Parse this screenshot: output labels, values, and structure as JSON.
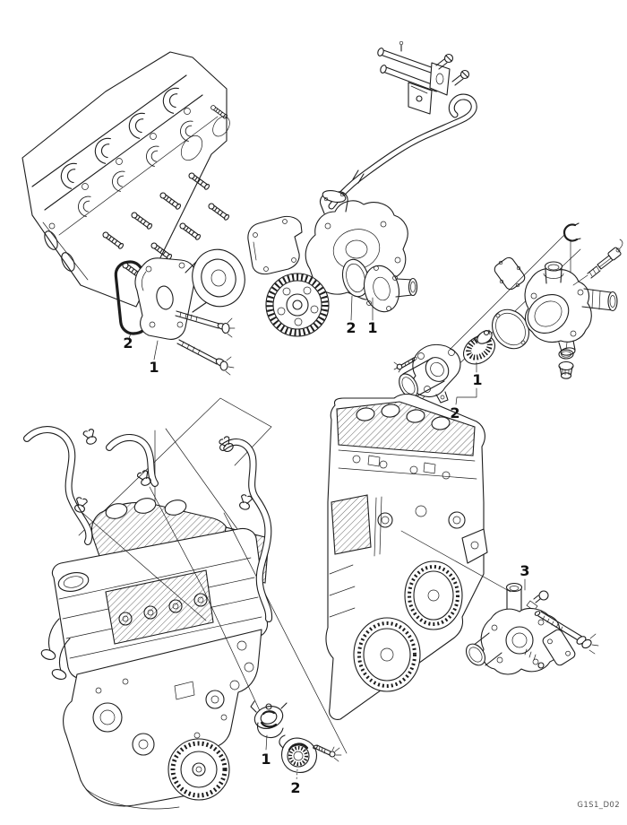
{
  "figure": {
    "code": "G1S1_D02",
    "background_color": "#ffffff",
    "line_color": "#1d1d1d"
  },
  "callouts": {
    "head_gasket": "2",
    "head_housing": "1",
    "pump_gasket": "2",
    "pump_body": "1",
    "thermostat": "1",
    "thermostat_assembly": "2",
    "engine_thermostat": "1",
    "engine_cap": "2",
    "coolant_outlet": "3"
  }
}
